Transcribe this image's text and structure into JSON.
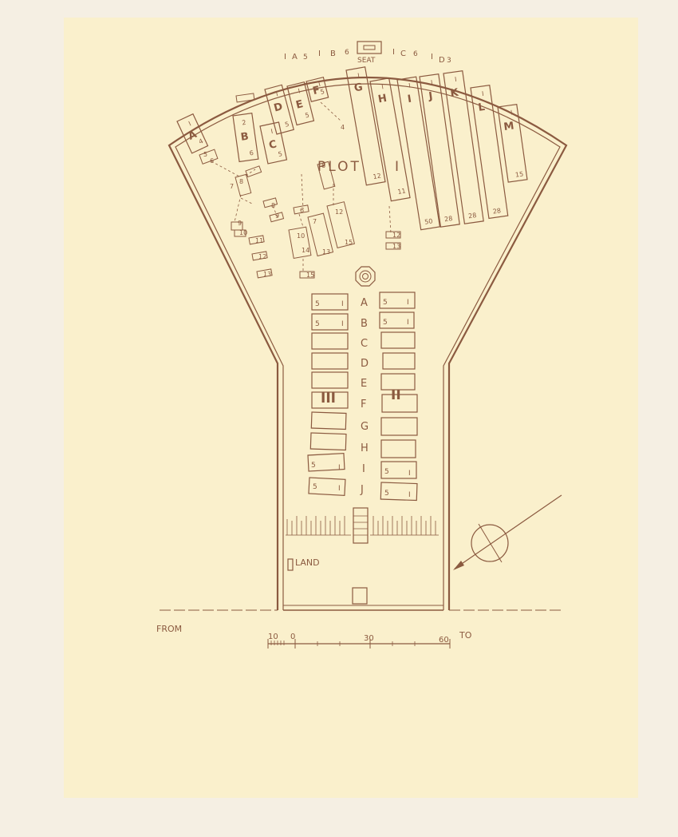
{
  "colors": {
    "ink": "#8b5a40",
    "paper": "#faf0cc",
    "background": "#f5efe3"
  },
  "plot_labels": {
    "plot1": "PLOT",
    "plot1_num": "I",
    "plot2": "II",
    "plot3": "III"
  },
  "features": {
    "seat": "SEAT",
    "land": "LAND",
    "from": "FROM",
    "to": "TO"
  },
  "scale": {
    "ticks": [
      "10",
      "0",
      "30",
      "60"
    ]
  },
  "perimeter_labels": [
    "I",
    "A",
    "5",
    "I",
    "B",
    "6",
    "I",
    "C",
    "6",
    "I",
    "D",
    "3"
  ],
  "plot1_rows": {
    "A": [
      "I",
      "4"
    ],
    "B": [
      "2",
      "6"
    ],
    "C": [
      "I",
      "5"
    ],
    "D": [
      "I",
      "5"
    ],
    "E": [
      "I",
      "5"
    ],
    "F": [
      "I",
      "5"
    ],
    "G": [
      "I",
      "12"
    ],
    "H": [
      "I",
      "11"
    ],
    "I": [
      "I",
      "50"
    ],
    "J": [
      "I",
      "28"
    ],
    "K": [
      "I",
      "28"
    ],
    "L": [
      "I",
      "28"
    ],
    "M": [
      "I",
      "15"
    ]
  },
  "plot1_secondary_numbers": [
    "5",
    "6",
    "7",
    "8",
    "6",
    "4",
    "8",
    "9",
    "10",
    "11",
    "12",
    "13",
    "6",
    "7",
    "9",
    "10",
    "11",
    "12",
    "12",
    "13",
    "14",
    "15",
    "15",
    "13",
    "12",
    "13"
  ],
  "central_rows": [
    "A",
    "B",
    "C",
    "D",
    "E",
    "F",
    "G",
    "H",
    "I",
    "J"
  ],
  "plot_grave_numbers": {
    "left": [
      "5",
      "I"
    ],
    "right": [
      "5",
      "I"
    ]
  },
  "compass": "north-arrow-icon"
}
